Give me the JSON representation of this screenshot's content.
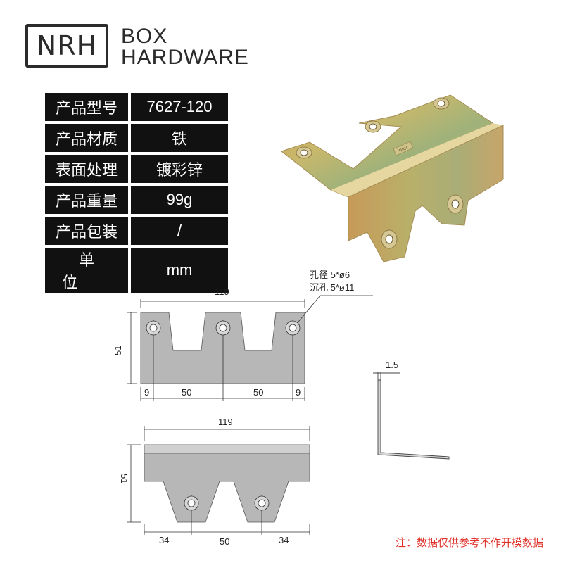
{
  "brand": {
    "logo_text": "NRH",
    "line1": "BOX",
    "line2": "HARDWARE"
  },
  "specs": [
    {
      "label": "产品型号",
      "value": "7627-120"
    },
    {
      "label": "产品材质",
      "value": "铁"
    },
    {
      "label": "表面处理",
      "value": "镀彩锌"
    },
    {
      "label": "产品重量",
      "value": "99g"
    },
    {
      "label": "产品包装",
      "value": "/"
    },
    {
      "label": "单位",
      "value": "mm"
    }
  ],
  "product_stamp": "NRH",
  "colors": {
    "table_bg": "#111111",
    "plate_fill": "#b7b7b7",
    "note_red": "#e0322b",
    "zinc_gold": "#c9b46a"
  },
  "drawing_top": {
    "width_label": "119",
    "height_label": "51",
    "hole_note_1": "孔径 5*ø6",
    "hole_note_2": "沉孔 5*ø11",
    "dims": [
      "9",
      "50",
      "50",
      "9"
    ]
  },
  "drawing_bottom": {
    "width_label": "119",
    "height_label": "51",
    "dims": [
      "34",
      "50",
      "34"
    ]
  },
  "drawing_side": {
    "thickness_label": "1.5"
  },
  "note": "注：数据仅供参考不作开模数据"
}
